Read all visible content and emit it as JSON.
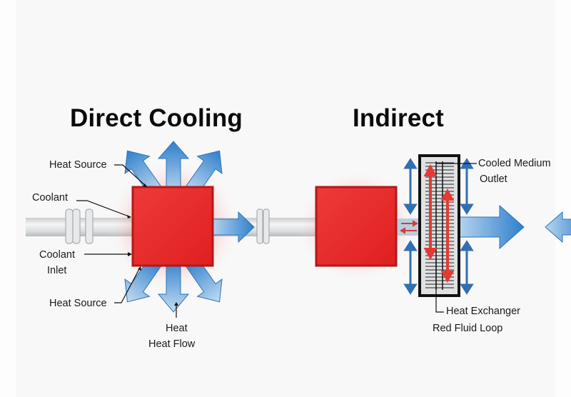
{
  "titles": {
    "direct": "Direct Cooling",
    "indirect": "Indirect"
  },
  "direct_labels": {
    "heat_source_top": "Heat Source",
    "coolant": "Coolant",
    "coolant_inlet_line1": "Coolant",
    "coolant_inlet_line2": "Inlet",
    "heat_source_bottom": "Heat Source",
    "heat": "Heat",
    "heat_flow": "Heat Flow"
  },
  "indirect_labels": {
    "cooled_medium_line1": "Cooled Medium",
    "cooled_medium_line2": "Outlet",
    "heat_exchanger": "Heat Exchanger",
    "red_fluid_loop": "Red Fluid Loop"
  },
  "colors": {
    "heat_red": "#e52b2b",
    "heat_red_border": "#b51818",
    "coolant_blue": "#3b87cf",
    "pipe_gray": "#d9dcde",
    "exchanger_frame": "#111111",
    "loop_red": "#e33b33"
  }
}
